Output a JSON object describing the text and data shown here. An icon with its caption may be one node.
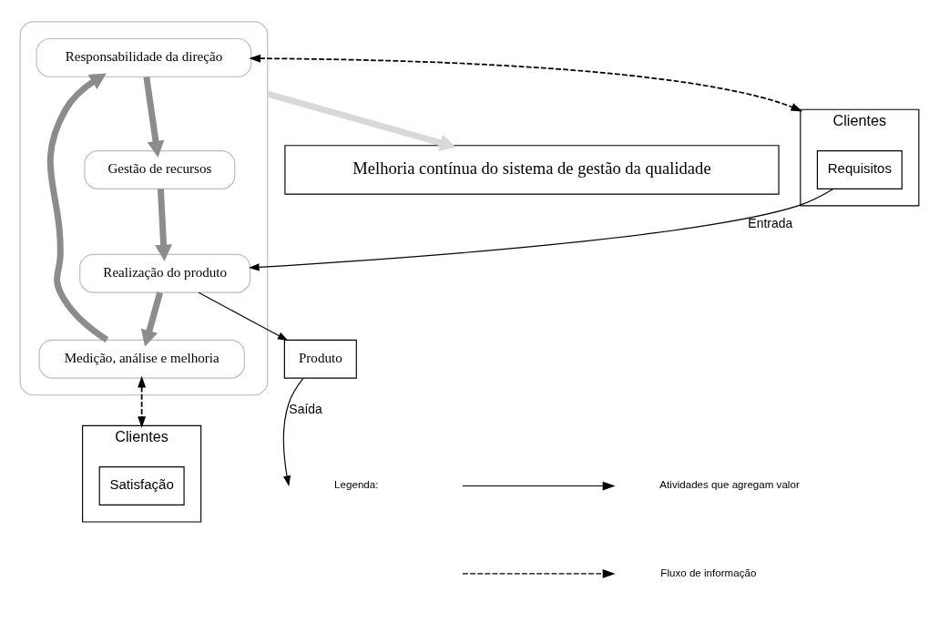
{
  "diagram": {
    "nodes": [
      {
        "text": [
          "Melhoria contínua do sistema de gestão da qualidade"
        ]
      },
      {
        "text": [
          "Clientes"
        ]
      },
      {
        "text": [
          "Requisitos"
        ],
        "in": 1
      },
      {
        "text": [],
        "shape": "ellipse"
      },
      {
        "text": [
          "Responsabilidade da direção"
        ],
        "in": 3
      },
      {
        "text": [
          "Gestão de recursos"
        ],
        "in": 3
      },
      {
        "text": [
          "Medição, análise e melhoria"
        ],
        "in": 3
      },
      {
        "text": [
          "Realização do produto"
        ],
        "in": 3
      },
      {
        "text": [
          "Produto"
        ]
      },
      {
        "text": [
          "Clientes"
        ]
      },
      {
        "text": [
          "Satisfação"
        ],
        "in": 9
      }
    ],
    "edges": [
      {
        "from": 4,
        "to": 1,
        "arrow": "both",
        "style": "dashed"
      },
      {
        "from": 4,
        "to": 5,
        "arrow": "to",
        "style": "thick",
        "color": "#8c8c8c"
      },
      {
        "from": 5,
        "to": 7,
        "arrow": "to",
        "style": "thick",
        "color": "#8c8c8c"
      },
      {
        "from": 7,
        "to": 6,
        "arrow": "to",
        "style": "thick",
        "color": "#8c8c8c"
      },
      {
        "from": 6,
        "to": 4,
        "arrow": "to",
        "style": "thick",
        "color": "#8c8c8c"
      },
      {
        "from": 3,
        "to": 0,
        "arrow": "to",
        "style": "thick",
        "color": "#d9d9d9"
      },
      {
        "from": 6,
        "to": 9,
        "arrow": "both",
        "style": "dashed"
      },
      {
        "from": 2,
        "to": 7,
        "arrow": "to",
        "label": "Entrada"
      },
      {
        "from": 7,
        "to": 8,
        "arrow": "to"
      },
      {
        "from": 8,
        "to": null,
        "arrow": "to",
        "label": "Saída"
      }
    ],
    "labels": [
      "Legenda:"
    ],
    "legend": [
      {
        "text": "Atividades que agregam valor"
      },
      {
        "text": "Fluxo de informação"
      }
    ]
  }
}
